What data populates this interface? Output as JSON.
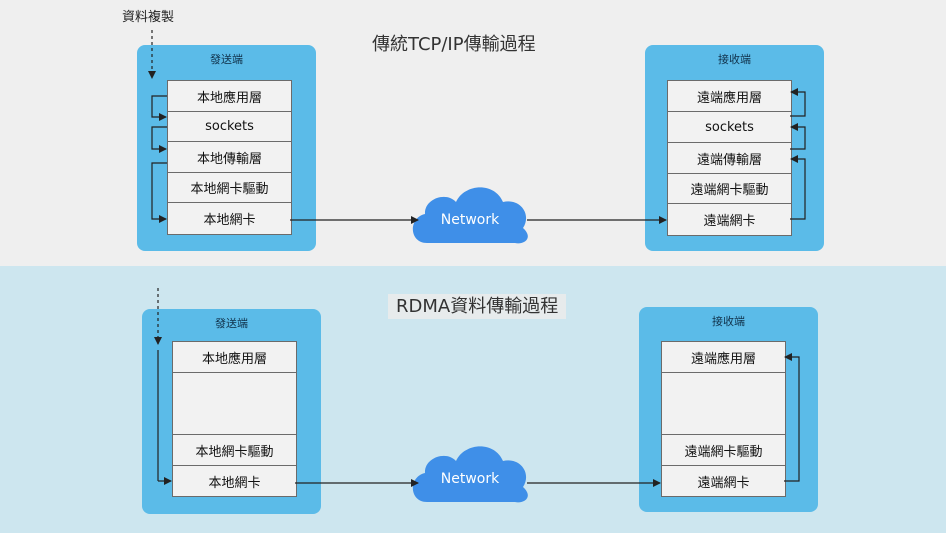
{
  "top": {
    "title": "傳統TCP/IP傳輸過程",
    "copy_label": "資料複製",
    "sender": {
      "label": "發送端",
      "layers": [
        "本地應用層",
        "sockets",
        "本地傳輸層",
        "本地網卡驅動",
        "本地網卡"
      ]
    },
    "receiver": {
      "label": "接收端",
      "layers": [
        "遠端應用層",
        "sockets",
        "遠端傳輸層",
        "遠端網卡驅動",
        "遠端網卡"
      ]
    },
    "network": "Network"
  },
  "bottom": {
    "title": "RDMA資料傳輸過程",
    "sender": {
      "label": "發送端",
      "layers": [
        "本地應用層",
        "",
        "本地網卡驅動",
        "本地網卡"
      ]
    },
    "receiver": {
      "label": "接收端",
      "layers": [
        "遠端應用層",
        "",
        "遠端網卡驅動",
        "遠端網卡"
      ]
    },
    "network": "Network"
  },
  "colors": {
    "panel": "#5bbbe8",
    "cloud": "#3f8fe8",
    "top_background": "#efefef",
    "bottom_background": "#cde6ef"
  }
}
